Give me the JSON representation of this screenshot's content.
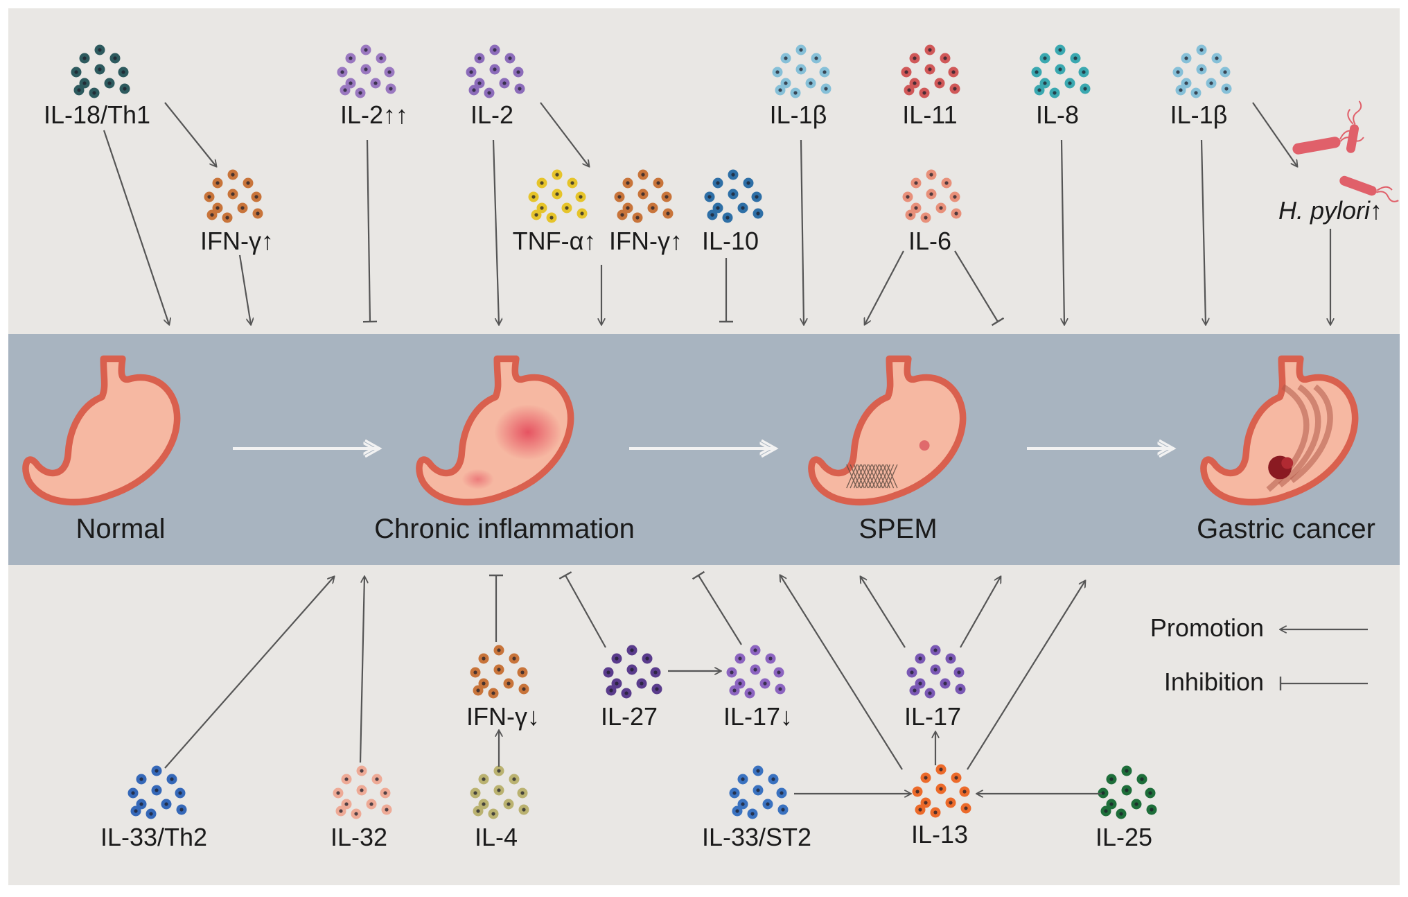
{
  "colors": {
    "background": "#e9e7e4",
    "band": "#a8b4c0",
    "arrow": "#555555",
    "stomach_fill": "#f6b8a2",
    "stomach_outline": "#d9604e"
  },
  "stages": [
    {
      "id": "normal",
      "label": "Normal"
    },
    {
      "id": "inflammation",
      "label": "Chronic inflammation"
    },
    {
      "id": "spem",
      "label": "SPEM"
    },
    {
      "id": "cancer",
      "label": "Gastric cancer"
    }
  ],
  "cytokines": {
    "il18th1": {
      "label": "IL-18/Th1",
      "color": "#2d5a5e"
    },
    "ifng_up_a": {
      "label": "IFN-γ↑",
      "color": "#c8743a"
    },
    "il2_dup": {
      "label": "IL-2↑↑",
      "color": "#9a78c0"
    },
    "il2": {
      "label": "IL-2",
      "color": "#8c6cba"
    },
    "tnfa": {
      "label": "TNF-α↑",
      "color": "#e6c42a"
    },
    "ifng_up_b": {
      "label": "IFN-γ↑",
      "color": "#c8743a"
    },
    "il10": {
      "label": "IL-10",
      "color": "#2e6fa6"
    },
    "il1b_a": {
      "label": "IL-1β",
      "color": "#86c0d8"
    },
    "il11": {
      "label": "IL-11",
      "color": "#d05858"
    },
    "il6": {
      "label": "IL-6",
      "color": "#e8907a"
    },
    "il8": {
      "label": "IL-8",
      "color": "#3aa8b0"
    },
    "il1b_b": {
      "label": "IL-1β",
      "color": "#86c0d8"
    },
    "il33th2": {
      "label": "IL-33/Th2",
      "color": "#3568b8"
    },
    "il32": {
      "label": "IL-32",
      "color": "#eeaa96"
    },
    "ifng_down": {
      "label": "IFN-γ↓",
      "color": "#c8743a"
    },
    "il4": {
      "label": "IL-4",
      "color": "#bab270"
    },
    "il27": {
      "label": "IL-27",
      "color": "#5a3c8c"
    },
    "il17_down": {
      "label": "IL-17↓",
      "color": "#8c64c0"
    },
    "il17": {
      "label": "IL-17",
      "color": "#7a58b4"
    },
    "il33st2": {
      "label": "IL-33/ST2",
      "color": "#3a72c0"
    },
    "il13": {
      "label": "IL-13",
      "color": "#ec6a2a"
    },
    "il25": {
      "label": "IL-25",
      "color": "#1e6e3a"
    }
  },
  "hpylori": {
    "label_italic": "H. pylori",
    "label_suffix": "↑",
    "color": "#e0606a"
  },
  "legend": {
    "promotion": "Promotion",
    "inhibition": "Inhibition"
  }
}
